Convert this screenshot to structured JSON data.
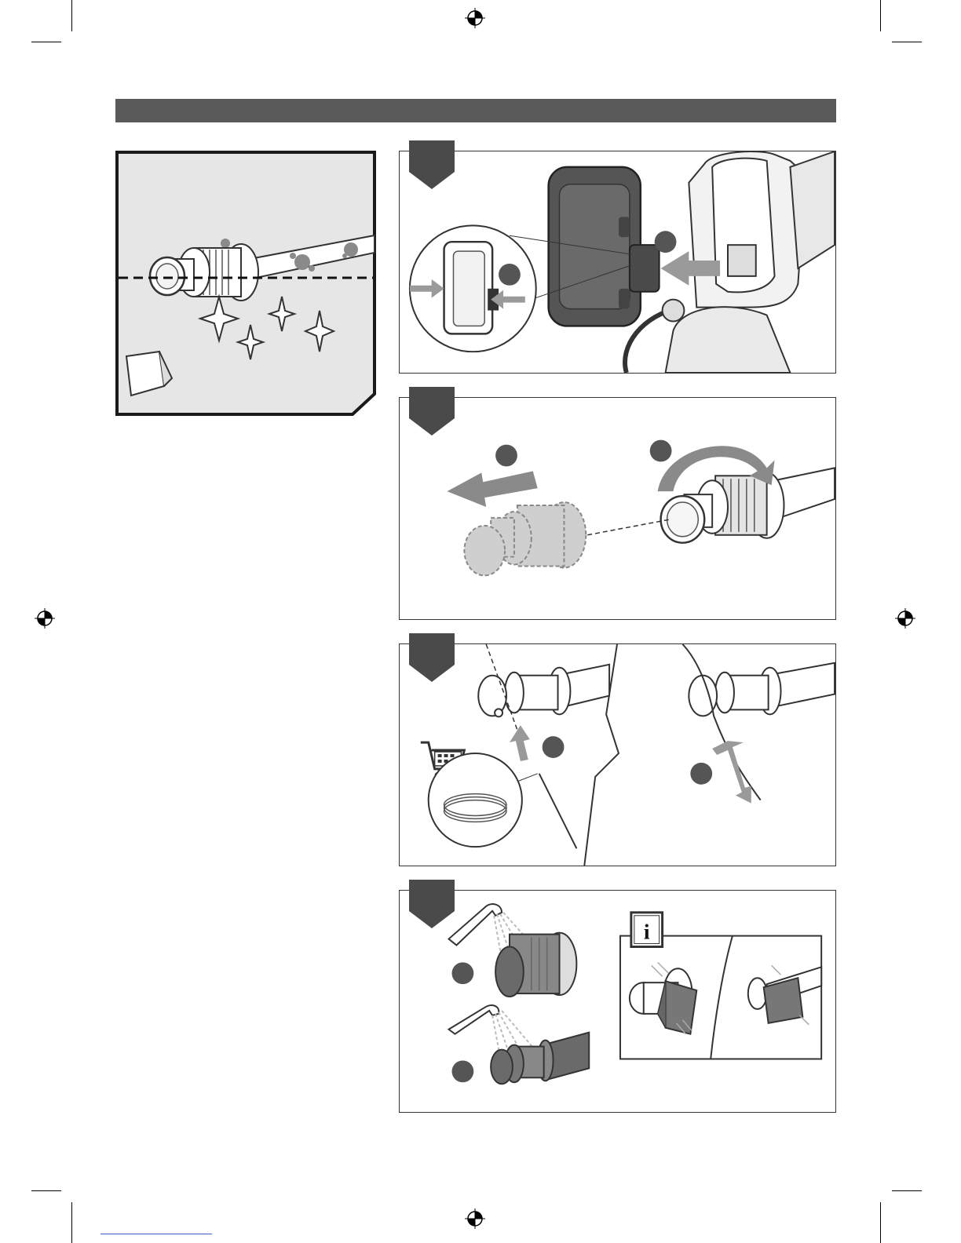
{
  "page": {
    "header_bar_color": "#5a5a5a",
    "link_underline_color": "#3b5bd6"
  },
  "icons": {
    "registration": "registration-mark-icon",
    "cart": "shopping-cart-icon",
    "info": "info-icon"
  },
  "steps": [
    {
      "id": 1,
      "markers": 2
    },
    {
      "id": 2,
      "markers": 2
    },
    {
      "id": 3,
      "markers": 2
    },
    {
      "id": 4,
      "markers": 2
    }
  ],
  "info_box": {
    "symbol": "i"
  }
}
